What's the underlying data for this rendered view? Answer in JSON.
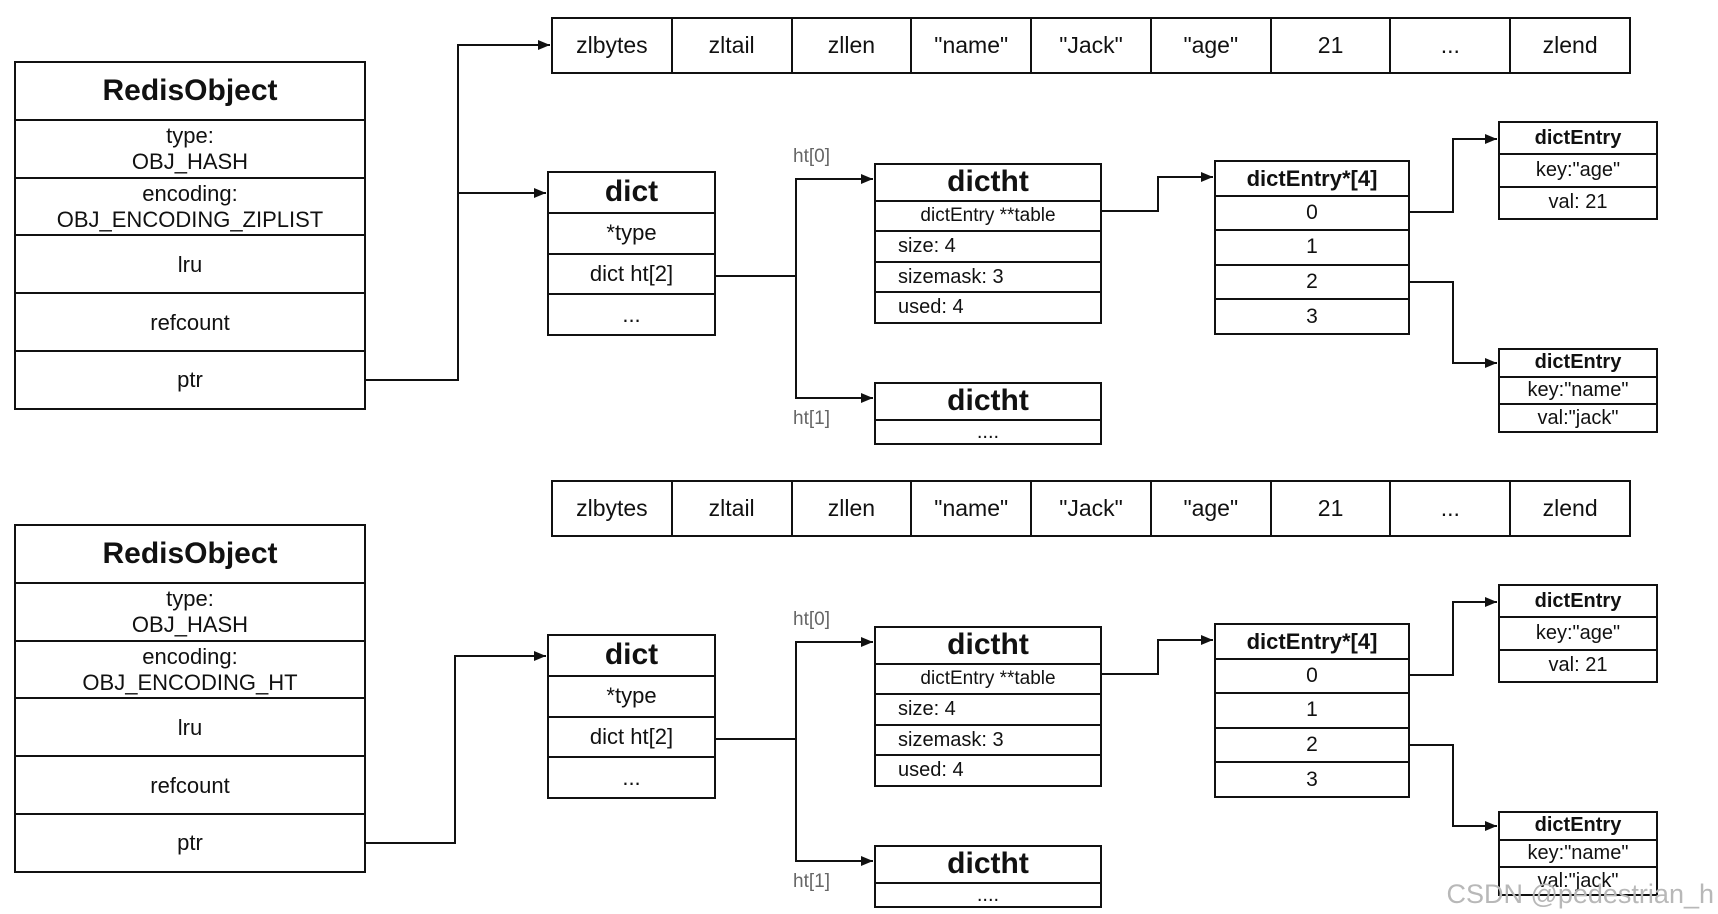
{
  "panels": [
    {
      "redis_object": {
        "title": "RedisObject",
        "type_label": "type:",
        "type_value": "OBJ_HASH",
        "encoding_label": "encoding:",
        "encoding_value": "OBJ_ENCODING_ZIPLIST",
        "lru": "lru",
        "refcount": "refcount",
        "ptr": "ptr"
      },
      "ziplist": [
        "zlbytes",
        "zltail",
        "zllen",
        "\"name\"",
        "\"Jack\"",
        "\"age\"",
        "21",
        "...",
        "zlend"
      ],
      "dict": {
        "title": "dict",
        "type": "*type",
        "ht": "dict ht[2]",
        "more": "..."
      },
      "ht0_label": "ht[0]",
      "ht1_label": "ht[1]",
      "dictht0": {
        "title": "dictht",
        "table": "dictEntry **table",
        "size": "size: 4",
        "sizemask": "sizemask: 3",
        "used": "used: 4"
      },
      "dictht1": {
        "title": "dictht",
        "more": "...."
      },
      "entry_array": {
        "title": "dictEntry*[4]",
        "slots": [
          "0",
          "1",
          "2",
          "3"
        ]
      },
      "entry_age": {
        "title": "dictEntry",
        "key": "key:\"age\"",
        "val": "val: 21"
      },
      "entry_name": {
        "title": "dictEntry",
        "key": "key:\"name\"",
        "val": "val:\"jack\""
      }
    },
    {
      "redis_object": {
        "title": "RedisObject",
        "type_label": "type:",
        "type_value": "OBJ_HASH",
        "encoding_label": "encoding:",
        "encoding_value": "OBJ_ENCODING_HT",
        "lru": "lru",
        "refcount": "refcount",
        "ptr": "ptr"
      },
      "ziplist": [
        "zlbytes",
        "zltail",
        "zllen",
        "\"name\"",
        "\"Jack\"",
        "\"age\"",
        "21",
        "...",
        "zlend"
      ],
      "dict": {
        "title": "dict",
        "type": "*type",
        "ht": "dict ht[2]",
        "more": "..."
      },
      "ht0_label": "ht[0]",
      "ht1_label": "ht[1]",
      "dictht0": {
        "title": "dictht",
        "table": "dictEntry **table",
        "size": "size: 4",
        "sizemask": "sizemask: 3",
        "used": "used: 4"
      },
      "dictht1": {
        "title": "dictht",
        "more": "...."
      },
      "entry_array": {
        "title": "dictEntry*[4]",
        "slots": [
          "0",
          "1",
          "2",
          "3"
        ]
      },
      "entry_age": {
        "title": "dictEntry",
        "key": "key:\"age\"",
        "val": "val: 21"
      },
      "entry_name": {
        "title": "dictEntry",
        "key": "key:\"name\"",
        "val": "val:\"jack\""
      }
    }
  ],
  "watermark": "CSDN @pedestrian_h"
}
